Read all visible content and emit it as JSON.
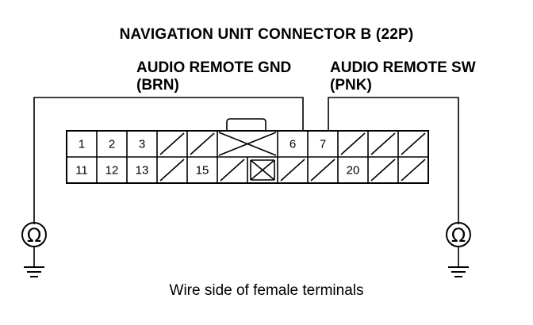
{
  "title": "NAVIGATION UNIT CONNECTOR B (22P)",
  "wires": {
    "audio_remote_gnd": {
      "name": "AUDIO REMOTE GND",
      "color": "(BRN)"
    },
    "audio_remote_sw": {
      "name": "AUDIO REMOTE SW",
      "color": "(PNK)"
    }
  },
  "meter": {
    "symbol": "Ω",
    "icon": "ohmmeter-icon"
  },
  "ground_icon": "ground-symbol-icon",
  "connector": {
    "top_row": [
      "1",
      "2",
      "3",
      "",
      "",
      "",
      "",
      "6",
      "7",
      "",
      "",
      ""
    ],
    "bottom_row": [
      "11",
      "12",
      "13",
      "",
      "15",
      "",
      "",
      "",
      "",
      "20",
      "",
      ""
    ]
  },
  "caption": "Wire side of female terminals"
}
